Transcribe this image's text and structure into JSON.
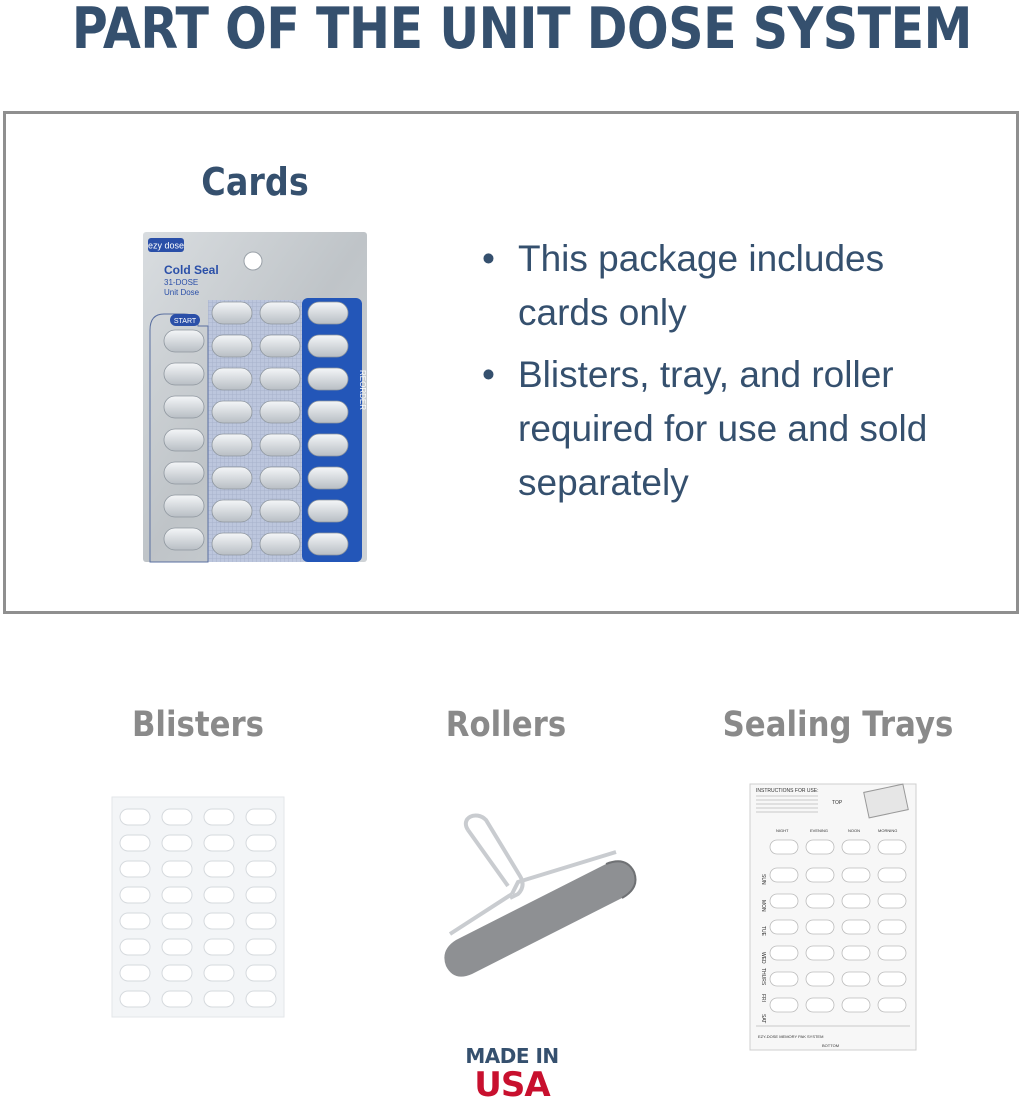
{
  "headline": "PART OF THE UNIT DOSE SYSTEM",
  "cards": {
    "title": "Cards",
    "bullets": [
      "This package includes cards only",
      "Blisters, tray, and roller required for use and sold separately"
    ],
    "card": {
      "brand": "ezy dose",
      "name": "Cold Seal",
      "dose": "31-DOSE",
      "type": "Unit Dose",
      "start_label": "START",
      "reorder_label": "REORDER"
    }
  },
  "sections": [
    {
      "title": "Blisters"
    },
    {
      "title": "Rollers"
    },
    {
      "title": "Sealing Trays"
    }
  ],
  "tray": {
    "instructions": "INSTRUCTIONS FOR USE:",
    "top": "TOP",
    "columns": [
      "NIGHT",
      "EVENING",
      "NOON",
      "MORNING"
    ],
    "days": [
      "SUN",
      "MON",
      "TUE",
      "WED",
      "THURS",
      "FRI",
      "SAT"
    ],
    "bottom_text": "EZY-DOSE MEMORY PAK SYSTEM",
    "bottom": "BOTTOM"
  },
  "badge": {
    "line1": "MADE IN",
    "line2": "USA"
  }
}
